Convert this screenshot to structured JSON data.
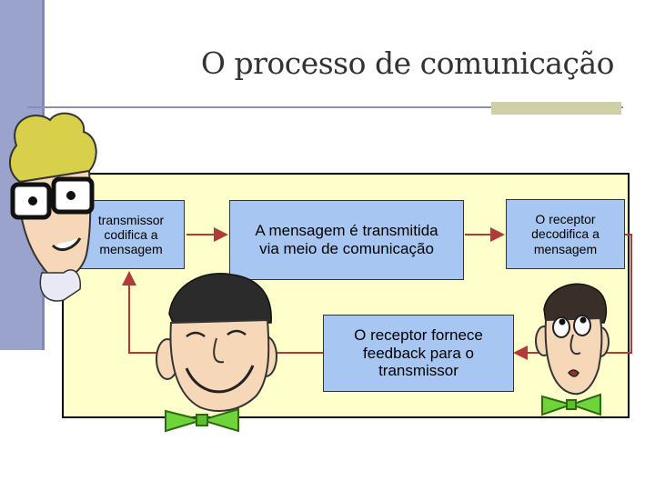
{
  "title": "O processo de comunicação",
  "boxes": {
    "encode": "transmissor\ncodifica a\nmensagem",
    "transmit": "A mensagem é transmitida\nvia meio de comunicação",
    "decode": "O receptor\ndecodifica a\nmensagem",
    "feedback": "O receptor fornece\nfeedback para o\ntransmissor"
  },
  "colors": {
    "panel": "#ffffcc",
    "box": "#a7c6f2",
    "arrow": "#b33a3a",
    "sidebar": "#9aa3cc"
  },
  "icons": [
    "sender-person-icon",
    "smiling-man-icon",
    "thinking-man-icon",
    "bow-tie-icon"
  ]
}
